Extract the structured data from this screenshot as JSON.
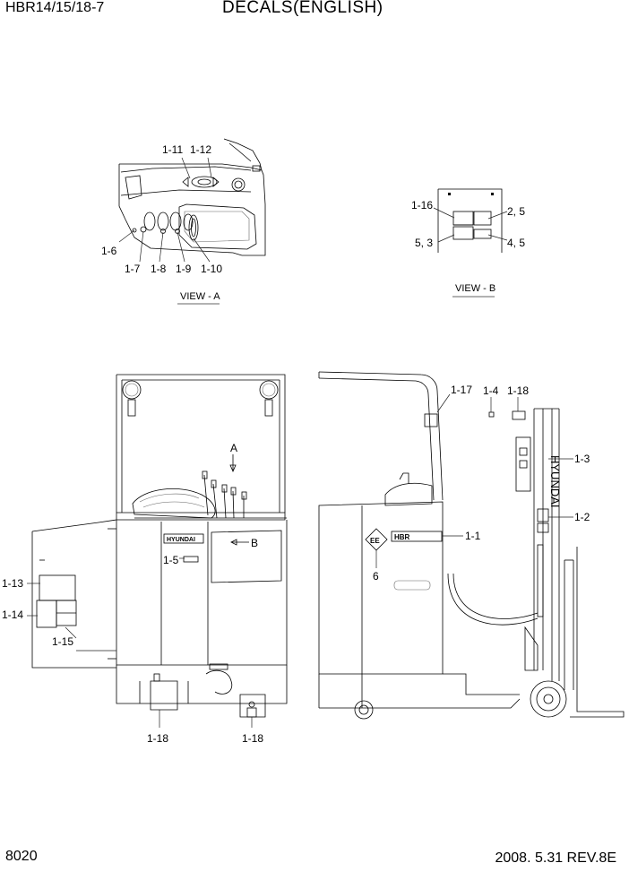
{
  "header": {
    "model": "HBR14/15/18-7",
    "title": "DECALS(ENGLISH)"
  },
  "footer": {
    "page_number": "8020",
    "date_rev": "2008. 5.31  REV.8E"
  },
  "views": {
    "view_a": "VIEW - A",
    "view_b": "VIEW - B",
    "marker_a": "A",
    "marker_b": "B"
  },
  "callouts": {
    "c1_11": "1-11",
    "c1_12": "1-12",
    "c1_6": "1-6",
    "c1_7": "1-7",
    "c1_8": "1-8",
    "c1_9": "1-9",
    "c1_10": "1-10",
    "c1_16": "1-16",
    "c2_5": "2, 5",
    "c5_3": "5, 3",
    "c4_5": "4, 5",
    "c1_17": "1-17",
    "c1_4": "1-4",
    "c1_18_top": "1-18",
    "c1_3": "1-3",
    "c1_2": "1-2",
    "c1_1": "1-1",
    "c6": "6",
    "c1_5": "1-5",
    "c1_13": "1-13",
    "c1_14": "1-14",
    "c1_15": "1-15",
    "c1_18_left": "1-18",
    "c1_18_right": "1-18"
  },
  "decal_text": {
    "brand_side": "HYUNDAI",
    "brand_mast": "HYUNDAI",
    "model_plate": "HBR",
    "ee_mark": "EE"
  }
}
